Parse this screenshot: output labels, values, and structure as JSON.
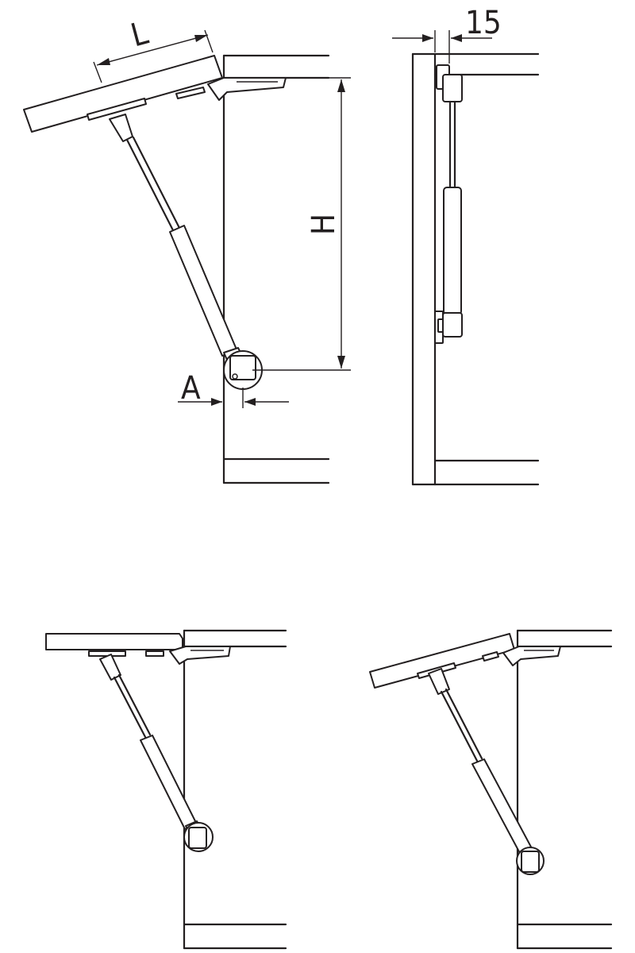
{
  "diagram": {
    "labels": {
      "lid_length": "L",
      "mount_height": "H",
      "offset": "A",
      "clearance": "15"
    },
    "colors": {
      "line": "#231f20",
      "background": "#ffffff"
    }
  }
}
